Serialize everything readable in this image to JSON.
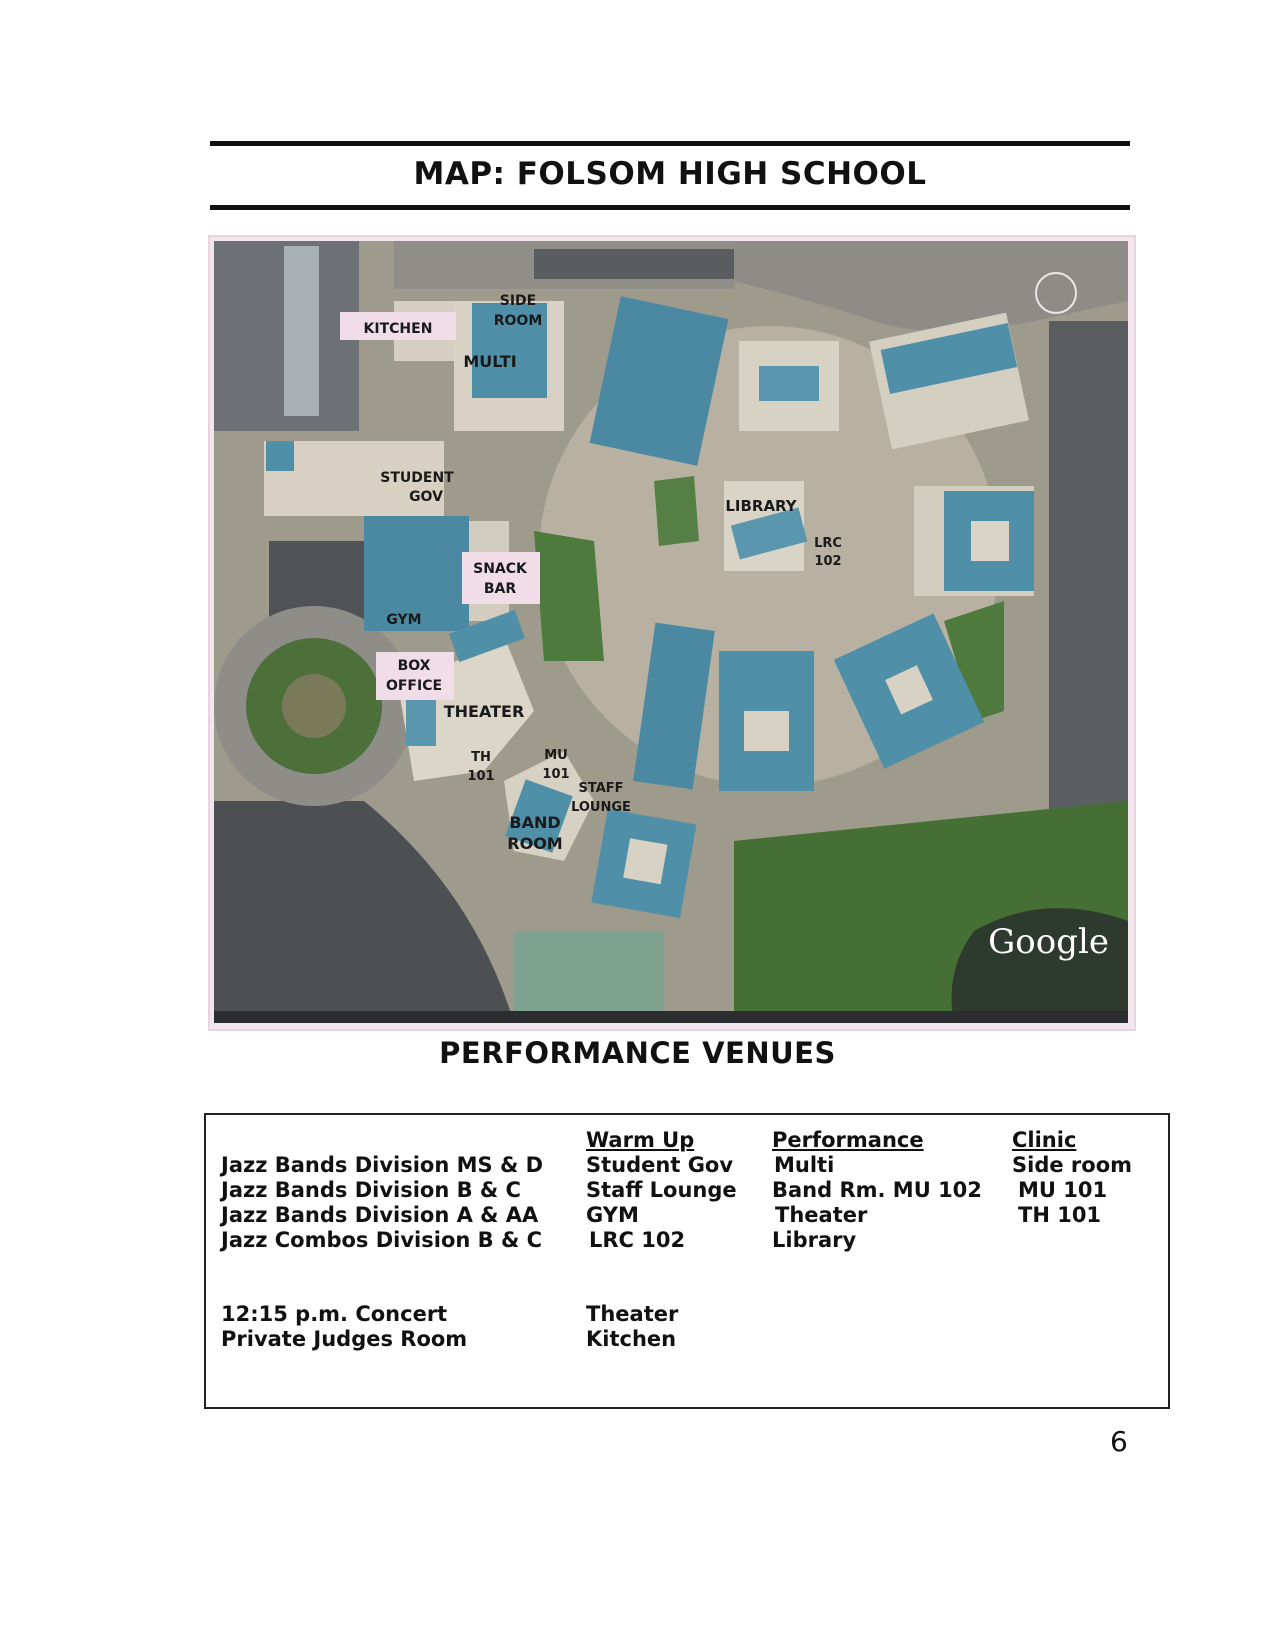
{
  "page": {
    "title": "MAP: FOLSOM HIGH SCHOOL",
    "page_number": "6"
  },
  "map": {
    "labels": {
      "kitchen": "KITCHEN",
      "side_room_1": "SIDE",
      "side_room_2": "ROOM",
      "multi": "MULTI",
      "student_gov_1": "STUDENT",
      "student_gov_2": "GOV",
      "snack_bar_1": "SNACK",
      "snack_bar_2": "BAR",
      "gym": "GYM",
      "box_office_1": "BOX",
      "box_office_2": "OFFICE",
      "theater": "THEATER",
      "th101_1": "TH",
      "th101_2": "101",
      "mu101_1": "MU",
      "mu101_2": "101",
      "staff_lounge_1": "STAFF",
      "staff_lounge_2": "LOUNGE",
      "band_room_1": "BAND",
      "band_room_2": "ROOM",
      "library": "LIBRARY",
      "lrc102_1": "LRC",
      "lrc102_2": "102"
    },
    "watermark": "Google",
    "colors": {
      "roof": "#4f8fa8",
      "grass": "#4e7a3e",
      "pavement": "#b3ad9f",
      "asphalt": "#55585b"
    }
  },
  "venues": {
    "heading": "PERFORMANCE VENUES",
    "headers": {
      "warmup": "Warm Up",
      "performance": "Performance",
      "clinic": "Clinic"
    },
    "rows": [
      {
        "event": "Jazz Bands Division MS & D",
        "warmup": "Student Gov",
        "performance": "Multi",
        "clinic": "Side room"
      },
      {
        "event": "Jazz Bands Division B & C",
        "warmup": "Staff Lounge",
        "performance": "Band Rm. MU 102",
        "clinic": "MU 101"
      },
      {
        "event": "Jazz Bands Division A & AA",
        "warmup": "GYM",
        "performance": "Theater",
        "clinic": "TH 101"
      },
      {
        "event": "Jazz Combos Division B & C",
        "warmup": "LRC 102",
        "performance": "Library",
        "clinic": ""
      }
    ],
    "extra": [
      {
        "event": "12:15 p.m.  Concert",
        "location": "Theater"
      },
      {
        "event": "Private Judges Room",
        "location": "Kitchen"
      }
    ]
  }
}
